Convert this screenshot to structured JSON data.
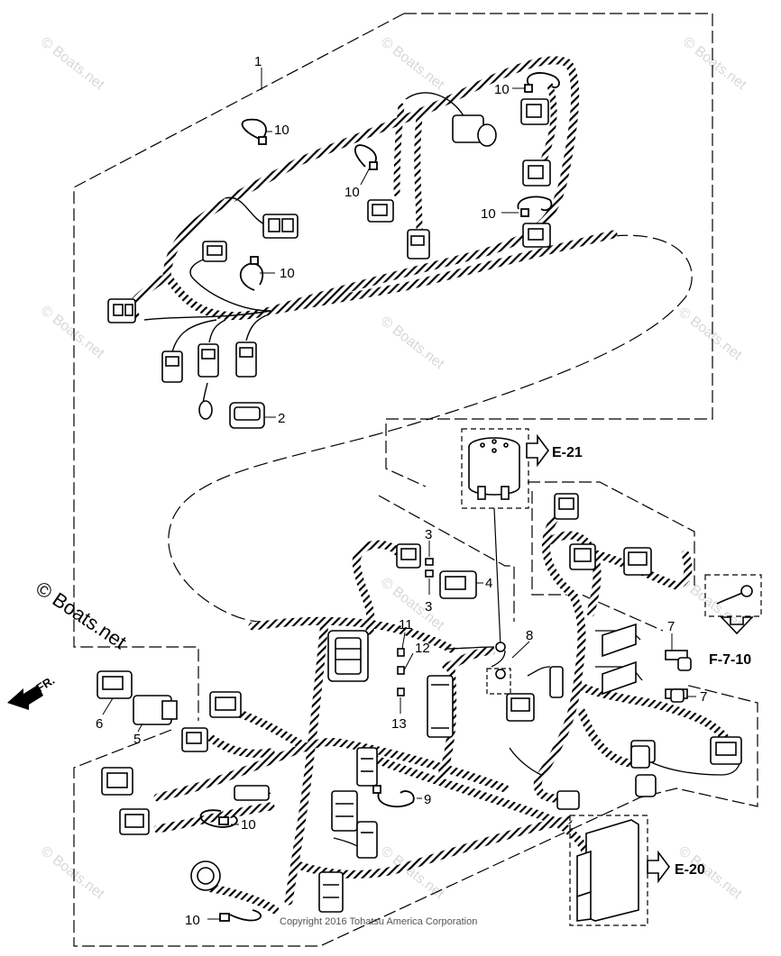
{
  "callouts": {
    "c1": "1",
    "c2": "2",
    "c3a": "3",
    "c3b": "3",
    "c4": "4",
    "c5": "5",
    "c6": "6",
    "c7a": "7",
    "c7b": "7",
    "c8": "8",
    "c9": "9",
    "c10a": "10",
    "c10b": "10",
    "c10c": "10",
    "c10d": "10",
    "c10e": "10",
    "c10f": "10",
    "c10g": "10",
    "c11": "11",
    "c12": "12",
    "c13": "13"
  },
  "refs": {
    "e21": "E-21",
    "e20": "E-20",
    "f710": "F-7-10"
  },
  "direction_label": "FR.",
  "watermark": "© Boats.net",
  "copyright": "Copyright 2016 Tohatsu America Corporation",
  "colors": {
    "line": "#000000",
    "watermark": "#d8d8d8",
    "background": "#ffffff"
  },
  "icons": [
    "arrow-right-icon",
    "arrow-down-icon",
    "front-direction-arrow-icon"
  ]
}
